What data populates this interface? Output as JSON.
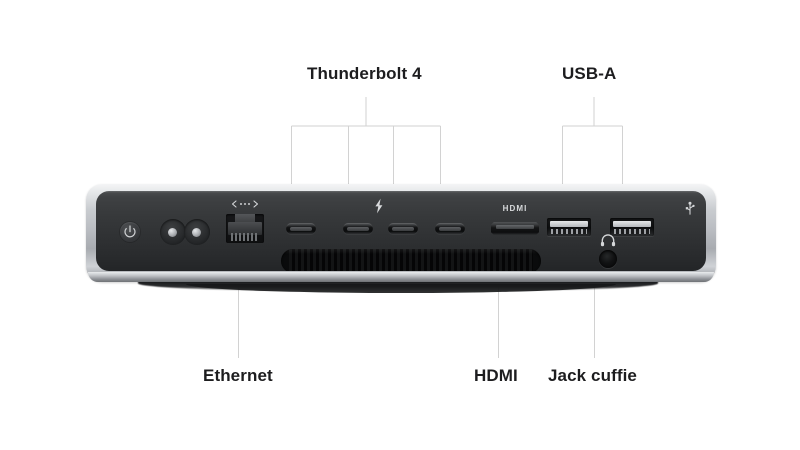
{
  "page": {
    "title": "Mac mini rear ports diagram",
    "background_color": "#ffffff",
    "label_color": "#1d1d1f",
    "leader_line_color": "#d2d2d2"
  },
  "callouts": {
    "thunderbolt": {
      "label": "Thunderbolt 4",
      "position": "top",
      "port_count": 4
    },
    "usba": {
      "label": "USB-A",
      "position": "top",
      "port_count": 2
    },
    "ethernet": {
      "label": "Ethernet",
      "position": "bottom",
      "port_count": 1
    },
    "hdmi": {
      "label": "HDMI",
      "position": "bottom",
      "port_count": 1
    },
    "jack": {
      "label": "Jack cuffie",
      "position": "bottom",
      "port_count": 1
    }
  },
  "device": {
    "name": "Mac mini",
    "view": "rear panel",
    "chassis_color": "#b9bcc1",
    "panel_color": "#303234",
    "ports": [
      {
        "name": "power-button",
        "icon": "power-icon",
        "label": ""
      },
      {
        "name": "power-connector",
        "icon": "figure-eight-icon",
        "label": ""
      },
      {
        "name": "ethernet-port",
        "icon": "ethernet-icon",
        "label": ""
      },
      {
        "name": "thunderbolt-port-1",
        "icon": "usb-c-icon",
        "label": ""
      },
      {
        "name": "thunderbolt-port-2",
        "icon": "thunderbolt-icon",
        "label": ""
      },
      {
        "name": "thunderbolt-port-3",
        "icon": "usb-c-icon",
        "label": ""
      },
      {
        "name": "thunderbolt-port-4",
        "icon": "usb-c-icon",
        "label": ""
      },
      {
        "name": "hdmi-port",
        "icon": "hdmi-icon",
        "label": "HDMI"
      },
      {
        "name": "usba-port-1",
        "icon": "usb-icon",
        "label": ""
      },
      {
        "name": "usba-port-2",
        "icon": "usb-icon",
        "label": ""
      },
      {
        "name": "headphone-jack",
        "icon": "headphone-icon",
        "label": ""
      },
      {
        "name": "vent-grille",
        "icon": "vent-icon",
        "label": ""
      }
    ],
    "port_markings": {
      "hdmi_text": "HDMI"
    }
  }
}
